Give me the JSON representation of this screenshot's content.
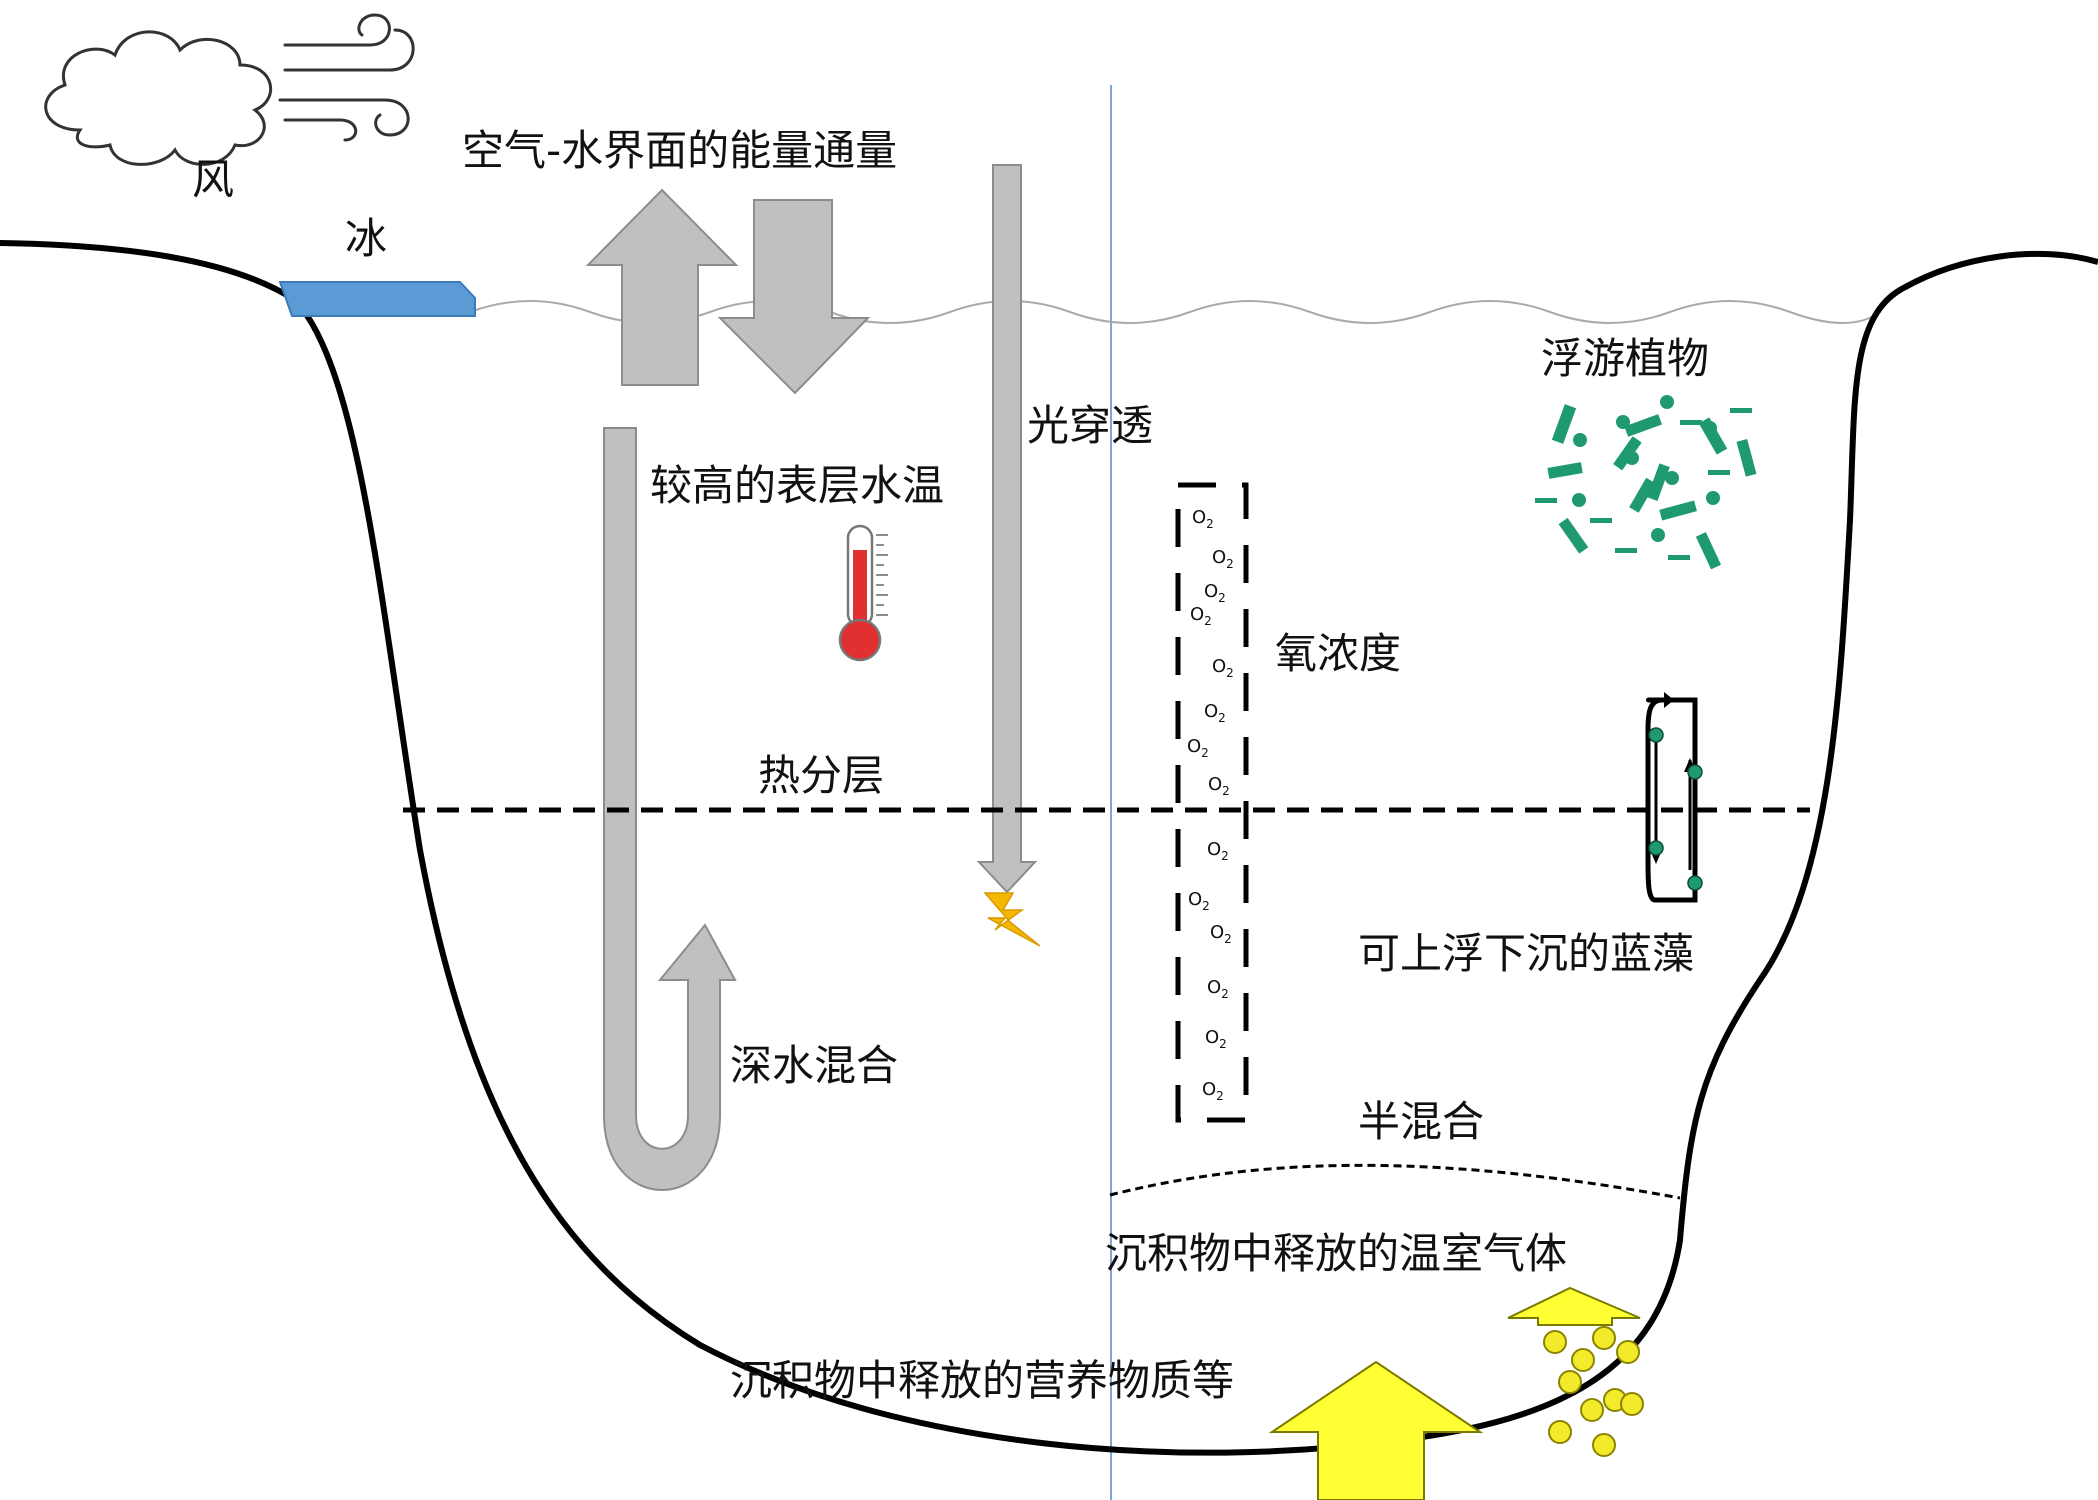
{
  "labels": {
    "wind": "风",
    "ice": "冰",
    "energy_flux": "空气-水界面的能量通量",
    "light_penetration": "光穿透",
    "surface_temp": "较高的表层水温",
    "oxygen": "氧浓度",
    "phytoplankton": "浮游植物",
    "thermocline": "热分层",
    "deep_mixing": "深水混合",
    "cyanobacteria": "可上浮下沉的蓝藻",
    "semi_mixing": "半混合",
    "greenhouse_gas": "沉积物中释放的温室气体",
    "nutrients": "沉积物中释放的营养物质等"
  },
  "oxygen_symbol": "O",
  "oxygen_subscript": "2",
  "colors": {
    "outline": "#000000",
    "arrow_fill": "#c0c0c0",
    "arrow_stroke": "#8c8c8c",
    "ice": "#5b9bd5",
    "yellow": "#ffff33",
    "bubble": "#f2ea2a",
    "phytoplankton": "#1e9a6e",
    "thermometer": "#e03030",
    "divider": "#7aa7d6",
    "water_surface": "#aaaaaa",
    "bolt": "#f5b800"
  },
  "icons": [
    "cloud-icon",
    "wind-icon",
    "thermometer-icon",
    "lightning-icon",
    "phytoplankton-icon",
    "bubble-icon"
  ]
}
